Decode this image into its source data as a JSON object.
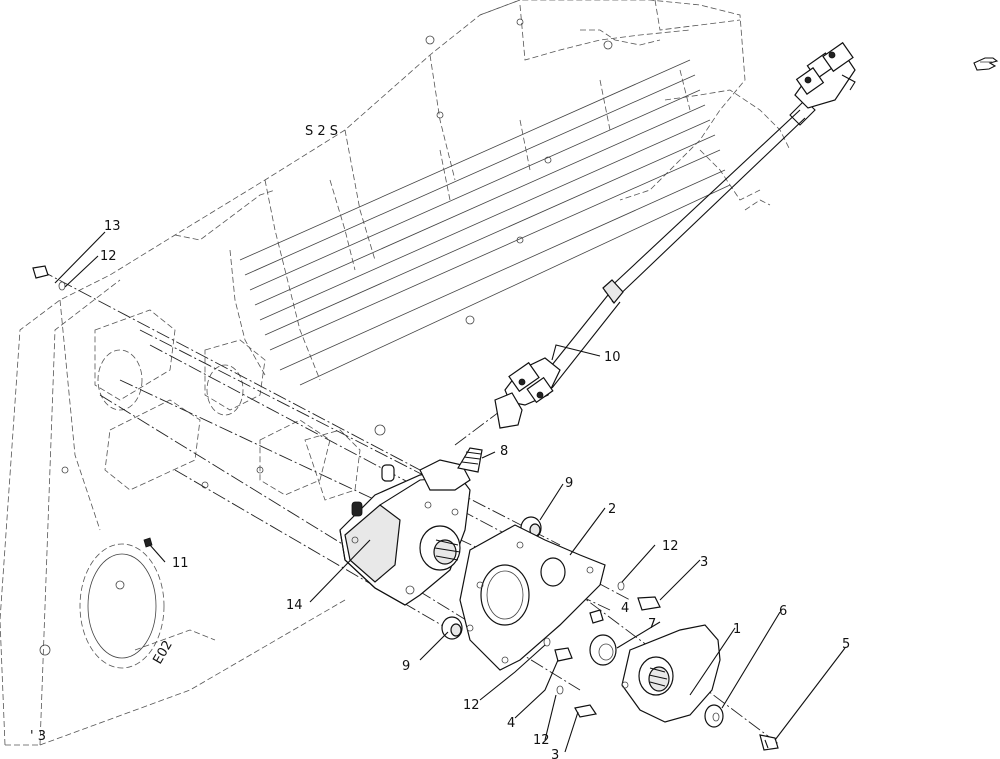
{
  "nav_icon": "hand-pointer-icon",
  "callouts": {
    "c1": "1",
    "c2": "2",
    "c3a": "3",
    "c3b": "3",
    "c4a": "4",
    "c4b": "4",
    "c5": "5",
    "c6": "6",
    "c7": "7",
    "c8": "8",
    "c9a": "9",
    "c9b": "9",
    "c10": "10",
    "c11": "11",
    "c12a": "12",
    "c12b": "12",
    "c12c": "12",
    "c12d": "12",
    "c13": "13",
    "c14": "14"
  }
}
